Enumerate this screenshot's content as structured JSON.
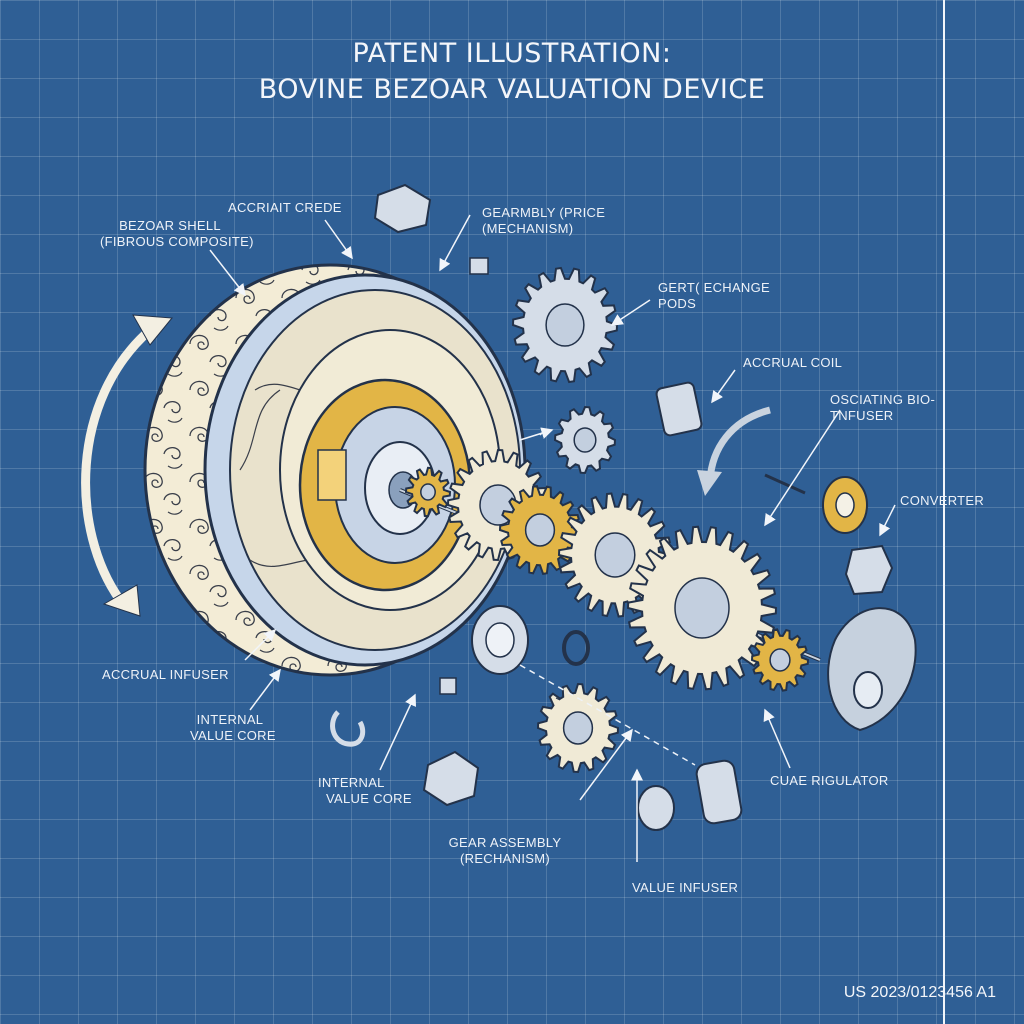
{
  "title": {
    "line1": "PATENT ILLUSTRATION:",
    "line2": "BOVINE BEZOAR VALUATION DEVICE"
  },
  "labels": {
    "bezoar_shell_1": "BEZOAR SHELL",
    "bezoar_shell_2": "(FIBROUS COMPOSITE)",
    "accrual_crede": "ACCRIAIT CREDE",
    "gearmbly_1": "GEARMBLY (PRICE",
    "gearmbly_2": "(MECHANISM)",
    "exchange_1": "GERT( ECHANGE",
    "exchange_2": "PODS",
    "accrual_coil": "ACCRUAL COIL",
    "oscillating_1": "OSCIATING BIO-",
    "oscillating_2": "TNFUSER",
    "converter": "CONVERTER",
    "accrual_infuser": "ACCRUAL INFUSER",
    "internal_core_a_1": "INTERNAL",
    "internal_core_a_2": "VALUE CORE",
    "internal_core_b_1": "INTERNAL",
    "internal_core_b_2": "VALUE CORE",
    "gear_assembly_1": "GEAR ASSEMBLY",
    "gear_assembly_2": "(RECHANISM)",
    "value_infuser": "VALUE INFUSER",
    "cuae_regulator": "CUAE RIGULATOR"
  },
  "patent_number": "US 2023/0123456 A1",
  "colors": {
    "background": "#2f5f95",
    "grid": "rgba(255,255,255,0.16)",
    "shell": "#f3ecd6",
    "ring": "#c9d8ea",
    "gold": "#e2b546",
    "gear": "#f0ead6",
    "ink": "#23324a",
    "text": "#eef2f8"
  },
  "icons": [
    "rotation-arrow-icon",
    "leader-arrow-icon",
    "gear-icon"
  ]
}
